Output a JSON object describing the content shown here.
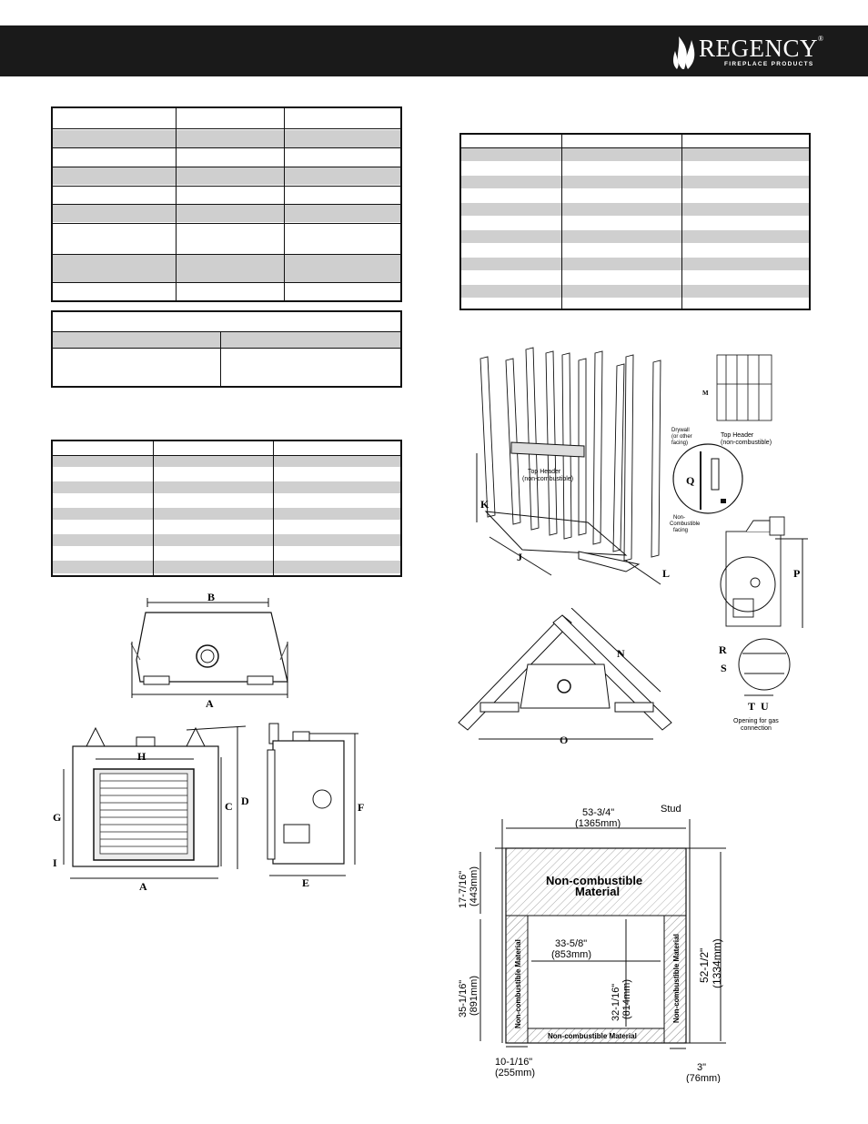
{
  "header": {
    "logo_text": "REGENCY",
    "logo_sub": "FIREPLACE PRODUCTS",
    "reg_mark": "®"
  },
  "diagrams": {
    "front_top_labels": {
      "b": "B",
      "a": "A"
    },
    "front_labels": {
      "h": "H",
      "g": "G",
      "i": "I",
      "a": "A",
      "c": "C",
      "d": "D"
    },
    "side_labels": {
      "f": "F",
      "e": "E"
    },
    "framing": {
      "k": "K",
      "j": "J",
      "l": "L",
      "m": "M",
      "q": "Q",
      "p": "P",
      "r": "R",
      "s": "S",
      "t": "T",
      "u": "U",
      "top_header": "Top Header",
      "non_combustible_paren": "(non-combustible)",
      "drywall_1": "Drywall",
      "drywall_2": "(or other",
      "drywall_3": "facing)",
      "top_header_right_1": "Top Header",
      "top_header_right_2": "(non-combustible)",
      "noncomb_1": "Non-",
      "noncomb_2": "Combustible",
      "noncomb_3": "facing",
      "gas_1": "Opening for gas",
      "gas_2": "connection"
    },
    "corner": {
      "n": "N",
      "o": "O"
    },
    "facing": {
      "stud": "Stud",
      "top_width": "53-3/4\"",
      "top_width_mm": "(1365mm)",
      "main_label_1": "Non-combustible",
      "main_label_2": "Material",
      "left_top": "17-7/16\"",
      "left_top_mm": "(443mm)",
      "left_bottom": "35-1/16\"",
      "left_bottom_mm": "(891mm)",
      "inner_width": "33-5/8\"",
      "inner_width_mm": "(853mm)",
      "inner_height": "32-1/16\"",
      "inner_height_mm": "(814mm)",
      "right_height": "52-1/2\"",
      "right_height_mm": "(1334mm)",
      "side_strip": "Non-combustible Material",
      "bottom_strip": "Non-combustible Material",
      "bottom_left": "10-1/16\"",
      "bottom_left_mm": "(255mm)",
      "bottom_right": "3\"",
      "bottom_right_mm": "(76mm)"
    }
  }
}
